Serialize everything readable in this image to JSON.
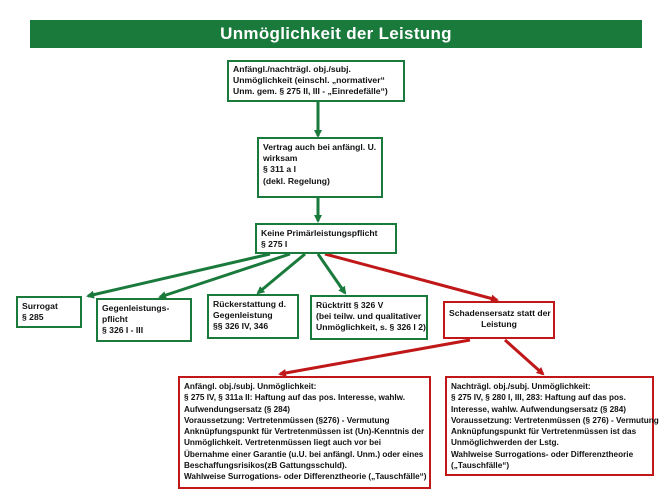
{
  "title": "Unmöglichkeit der Leistung",
  "colors": {
    "green": "#1a7a3c",
    "red": "#c01818"
  },
  "nodes": {
    "start": [
      "Anfängl./nachträgl. obj./subj.",
      "Unmöglichkeit (einschl. „normativer“",
      "Unm. gem. § 275 II, III - „Einredefälle“)"
    ],
    "vertrag": [
      "Vertrag auch bei anfängl. U.",
      "wirksam",
      "§ 311 a I",
      "(dekl. Regelung)"
    ],
    "primaer": [
      "Keine Primärleistungspflicht",
      "§ 275 I"
    ],
    "surrogat": [
      "Surrogat",
      "§ 285"
    ],
    "gegenleistung": [
      "Gegenleistungs-",
      "pflicht",
      "§ 326 I - III"
    ],
    "rueckerstattung": [
      "Rückerstattung d.",
      "Gegenleistung",
      "§§ 326 IV, 346"
    ],
    "ruecktritt": [
      "Rücktritt § 326 V",
      "(bei teilw. und qualitativer",
      "Unmöglichkeit, s. § 326 I 2)"
    ],
    "schadensersatz": [
      "Schadensersatz statt der",
      "Leistung"
    ],
    "anfaenglich": [
      "Anfängl. obj./subj.  Unmöglichkeit:",
      "§ 275 IV, § 311a II: Haftung auf das pos. Interesse, wahlw.",
      "Aufwendungsersatz (§ 284)",
      "Voraussetzung: Vertretenmüssen (§276) - Vermutung",
      "Anknüpfungspunkt für Vertretenmüssen ist (Un)-Kenntnis der",
      "Unmöglichkeit. Vertretenmüssen liegt auch vor bei",
      "Übernahme einer Garantie (u.U. bei anfängl. Unm.) oder eines",
      "Beschaffungsrisikos(zB Gattungsschuld).",
      "Wahlweise Surrogations- oder Differenztheorie („Tauschfälle“)"
    ],
    "nachtraeglich": [
      "Nachträgl. obj./subj. Unmöglichkeit:",
      "§ 275 IV, § 280 I, III, 283: Haftung auf das pos.",
      "Interesse, wahlw. Aufwendungsersatz (§ 284)",
      "Voraussetzung: Vertretenmüssen (§ 276) - Vermutung",
      "Anknüpfungspunkt für Vertretenmüssen ist das",
      "Unmöglichwerden der Lstg.",
      "Wahlweise Surrogations- oder Differenztheorie",
      "(„Tauschfälle“)"
    ]
  }
}
